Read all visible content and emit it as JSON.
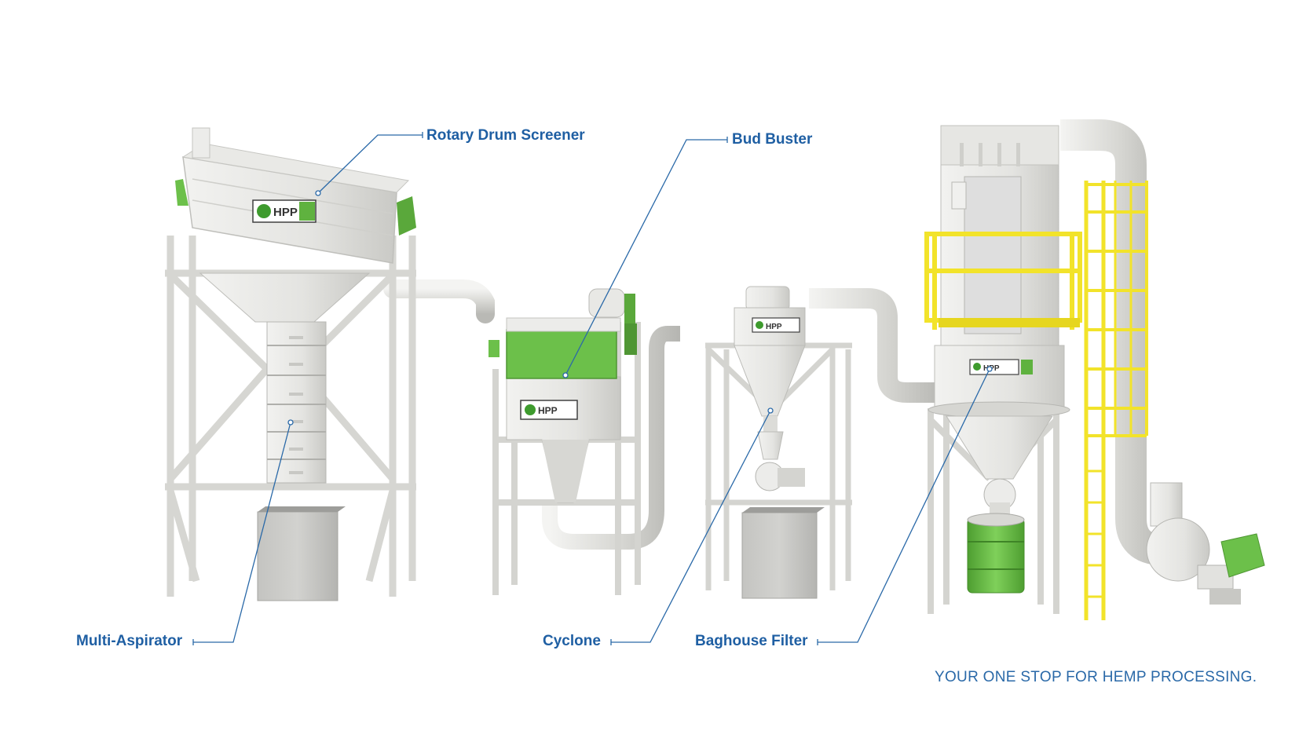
{
  "diagram": {
    "labels": {
      "rotary_drum_screener": "Rotary Drum Screener",
      "bud_buster": "Bud Buster",
      "multi_aspirator": "Multi-Aspirator",
      "cyclone": "Cyclone",
      "baghouse_filter": "Baghouse Filter"
    },
    "tagline": "YOUR ONE STOP FOR HEMP PROCESSING.",
    "brand_mark": "HPP"
  },
  "colors": {
    "label_blue": "#1f5fa3",
    "tagline_blue": "#2a69a8",
    "machine_green": "#6cc04a",
    "safety_yellow": "#f2e32a",
    "steel_white": "#eeeeec",
    "frame_grey": "#dcdcd8"
  },
  "icons": {
    "logo": "hpp-logo-icon",
    "callout_dot": "callout-dot-icon"
  }
}
